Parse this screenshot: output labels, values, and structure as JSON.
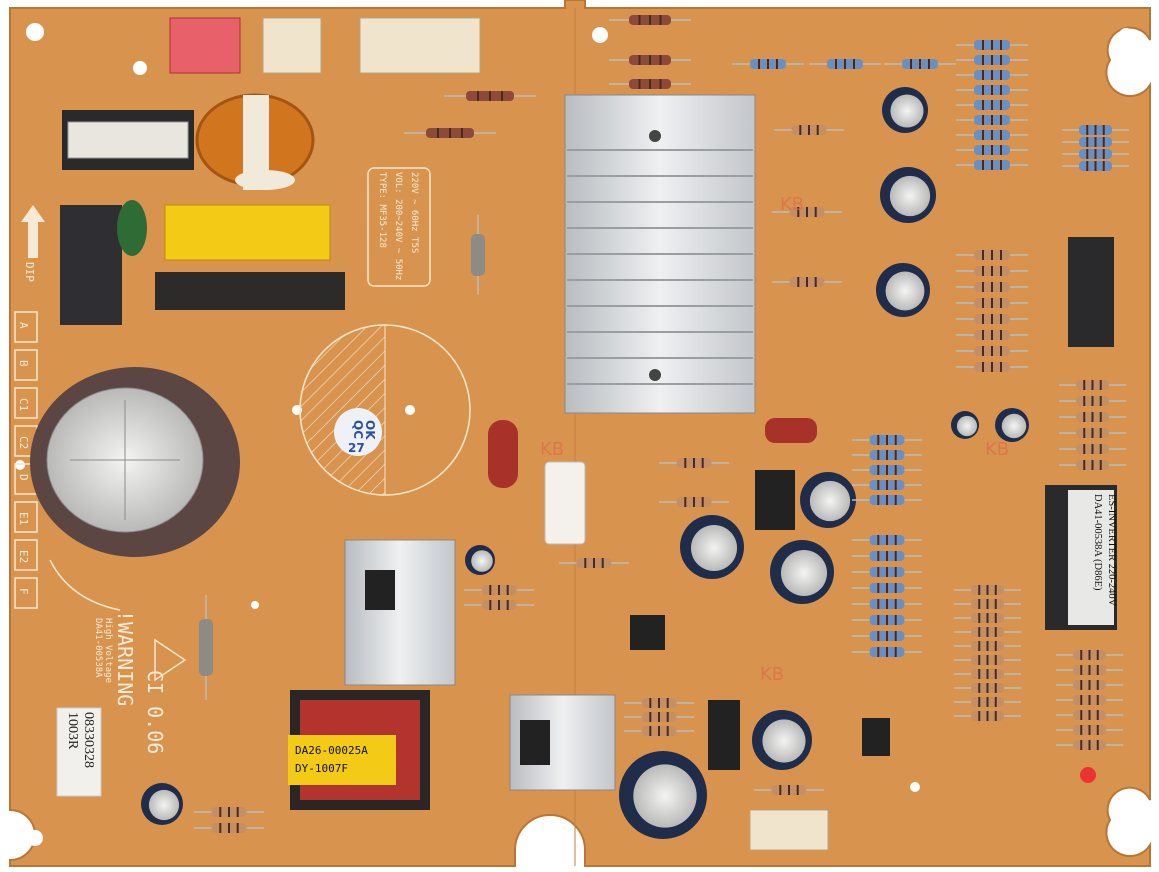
{
  "board": {
    "color": "#d8944f",
    "ic_label": {
      "line1": "DA41-00538A (D86E)",
      "line2": "ES-INVERTER  220-240V"
    },
    "transformer_label": {
      "line1": "DA26-00025A",
      "line2": "DY-1007F"
    },
    "serial_sticker": {
      "line1": "08330328",
      "line2": "1003R"
    },
    "qc_sticker": {
      "line1": "QC",
      "line2": "OK",
      "line3": "27"
    },
    "warning": {
      "title": "!WARNING",
      "line1": "High Voltage",
      "line2": "DA41-00538A",
      "code": "CI 0.06"
    },
    "rating_box": {
      "line1": "TYPE: MF35-128",
      "line2": "VOL: 200~240V ~ 50Hz",
      "line3": "220V ~ 60Hz  T5S"
    },
    "dip_label": "DIP",
    "dip_letters": [
      "A",
      "B",
      "C1",
      "C2",
      "D",
      "E1",
      "E2",
      "F"
    ],
    "watermarks": [
      "KB",
      "KB",
      "KB",
      "KB"
    ]
  }
}
